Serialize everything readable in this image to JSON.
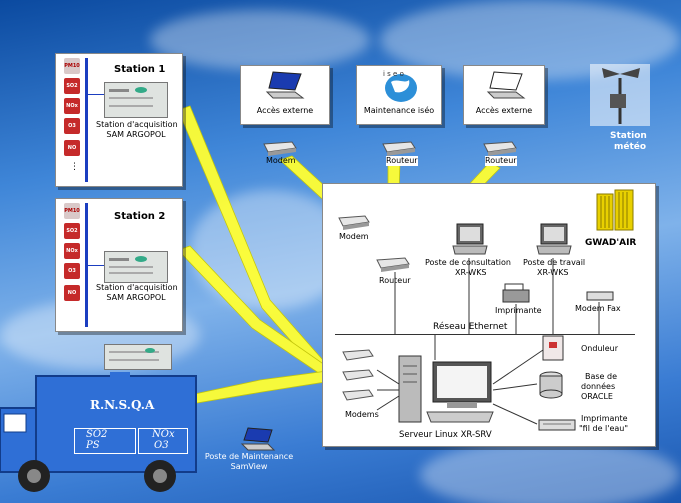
{
  "stations": [
    {
      "title": "Station 1",
      "sensors": [
        "PM10",
        "SO2",
        "NOx",
        "O3",
        "NO"
      ],
      "acq_line1": "Station d'acquisition",
      "acq_line2": "SAM ARGOPOL"
    },
    {
      "title": "Station 2",
      "sensors": [
        "PM10",
        "SO2",
        "NOx",
        "O3",
        "NO"
      ],
      "acq_line1": "Station d'acquisition",
      "acq_line2": "SAM ARGOPOL"
    }
  ],
  "access": {
    "left": "Accès externe",
    "middle": "Maintenance iséo",
    "right": "Accès externe",
    "modem": "Modem",
    "router1": "Routeur",
    "router2": "Routeur"
  },
  "meteo": {
    "line1": "Station",
    "line2": "météo"
  },
  "network": {
    "modem": "Modem",
    "router": "Routeur",
    "consult_line1": "Poste de consultation",
    "consult_line2": "XR-WKS",
    "work_line1": "Poste de travail",
    "work_line2": "XR-WKS",
    "gwad": "GWAD'AIR",
    "printer": "Imprimante",
    "modem_fax": "Modem Fax",
    "ethernet": "Réseau Ethernet",
    "modems": "Modems",
    "server": "Serveur Linux XR-SRV",
    "ups": "Onduleur",
    "db_line1": "Base de",
    "db_line2": "données",
    "db_line3": "ORACLE",
    "printer2_line1": "Imprimante",
    "printer2_line2": "\"fil de l'eau\""
  },
  "truck": {
    "name": "R.N.S.Q.A",
    "so2": "SO2",
    "nox": "NOx",
    "ps": "PS",
    "o3": "O3"
  },
  "maintenance": {
    "line1": "Poste de Maintenance",
    "line2": "SamView"
  },
  "colors": {
    "link": "#ffff33",
    "sensor": "#c52a2a",
    "truck": "#2f6fd6"
  }
}
